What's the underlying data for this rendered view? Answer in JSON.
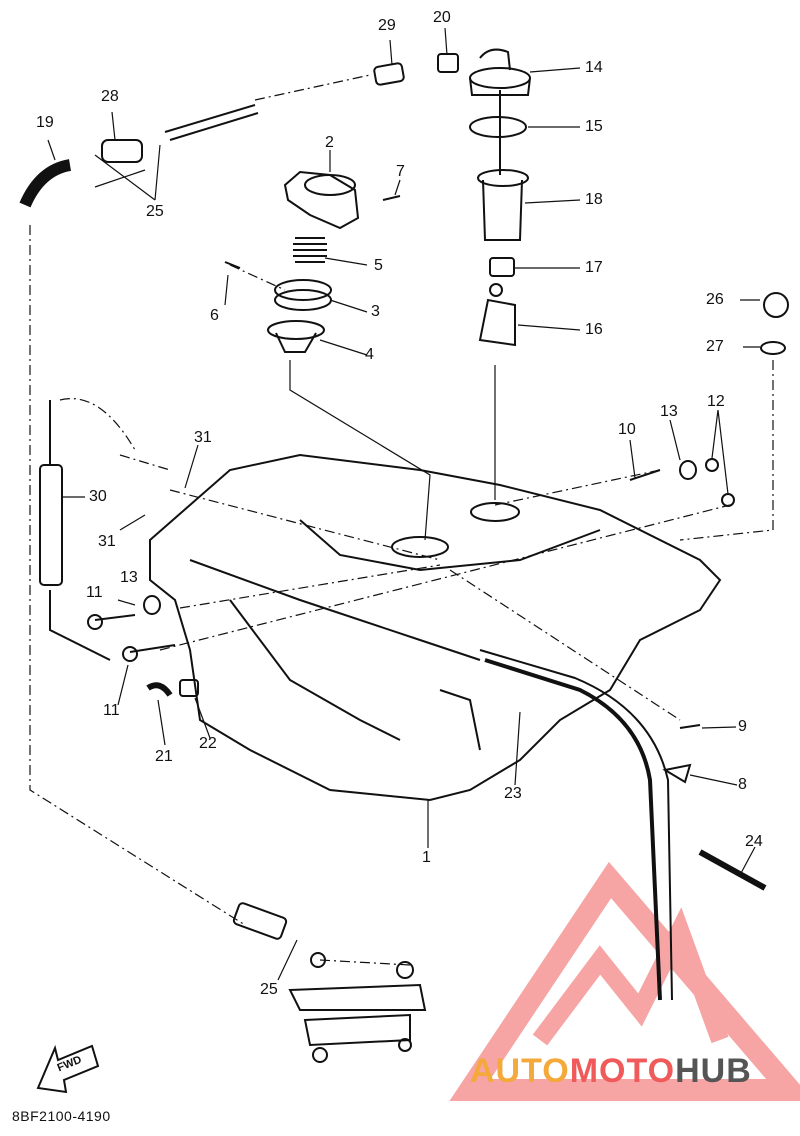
{
  "diagram": {
    "callouts": [
      "1",
      "2",
      "3",
      "4",
      "5",
      "6",
      "7",
      "8",
      "9",
      "10",
      "11",
      "11",
      "12",
      "13",
      "13",
      "14",
      "15",
      "16",
      "17",
      "18",
      "19",
      "20",
      "21",
      "22",
      "23",
      "24",
      "25",
      "25",
      "26",
      "27",
      "28",
      "29",
      "30",
      "31",
      "31"
    ],
    "fwd_label": "FWD",
    "diagram_code": "8BF2100-4190"
  },
  "watermark": {
    "part1": "AUTO",
    "part2": "MOTO",
    "part3": "HUB",
    "colors": {
      "auto": "#f4a93a",
      "moto": "#f05a5a",
      "hub": "#555555",
      "triangle": "#f05a5a"
    }
  }
}
